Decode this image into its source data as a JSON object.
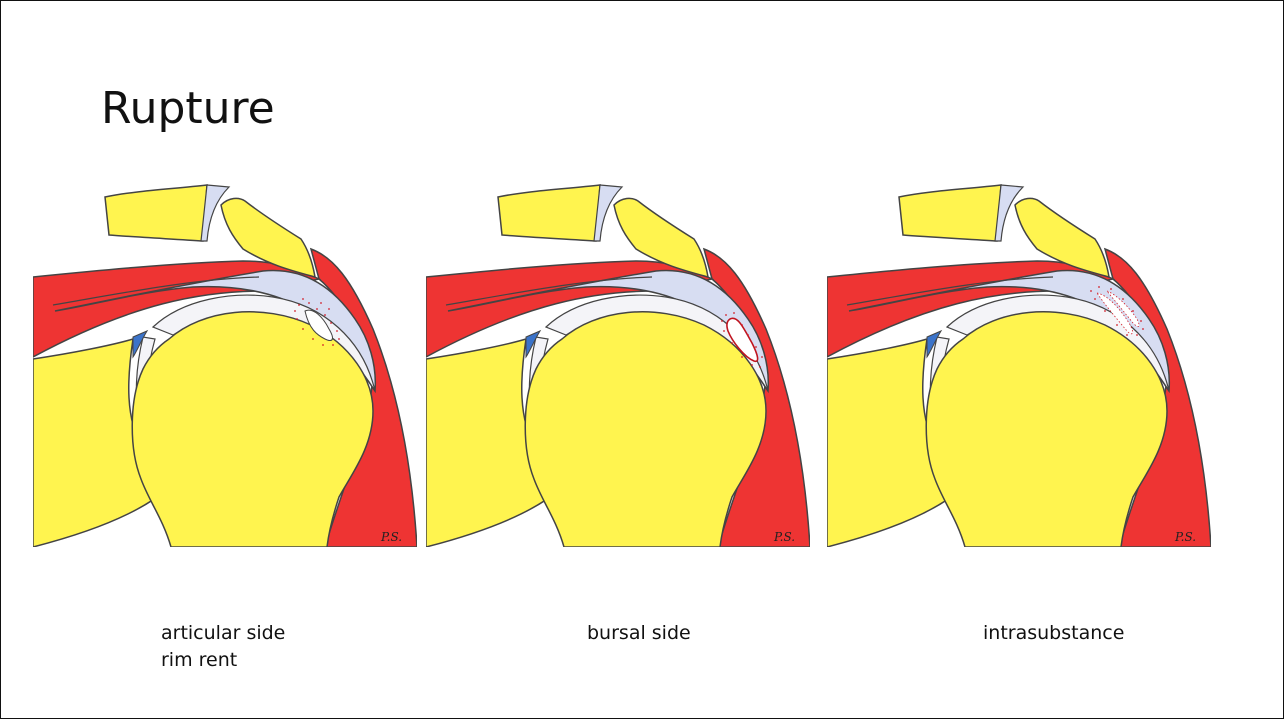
{
  "slide": {
    "title": "Rupture",
    "signature": "P.S.",
    "colors": {
      "bone": "#fff44f",
      "muscle": "#ee3433",
      "tendon": "#d7ddf2",
      "cartilage": "#f4f4f8",
      "labrum": "#3b73c9",
      "outline": "#444444",
      "tear_dots": "#d21f2a"
    },
    "panels": [
      {
        "id": "articular",
        "caption_lines": [
          "articular side",
          "rim rent"
        ]
      },
      {
        "id": "bursal",
        "caption_lines": [
          "bursal side"
        ]
      },
      {
        "id": "intrasubstance",
        "caption_lines": [
          "intrasubstance"
        ]
      }
    ]
  }
}
